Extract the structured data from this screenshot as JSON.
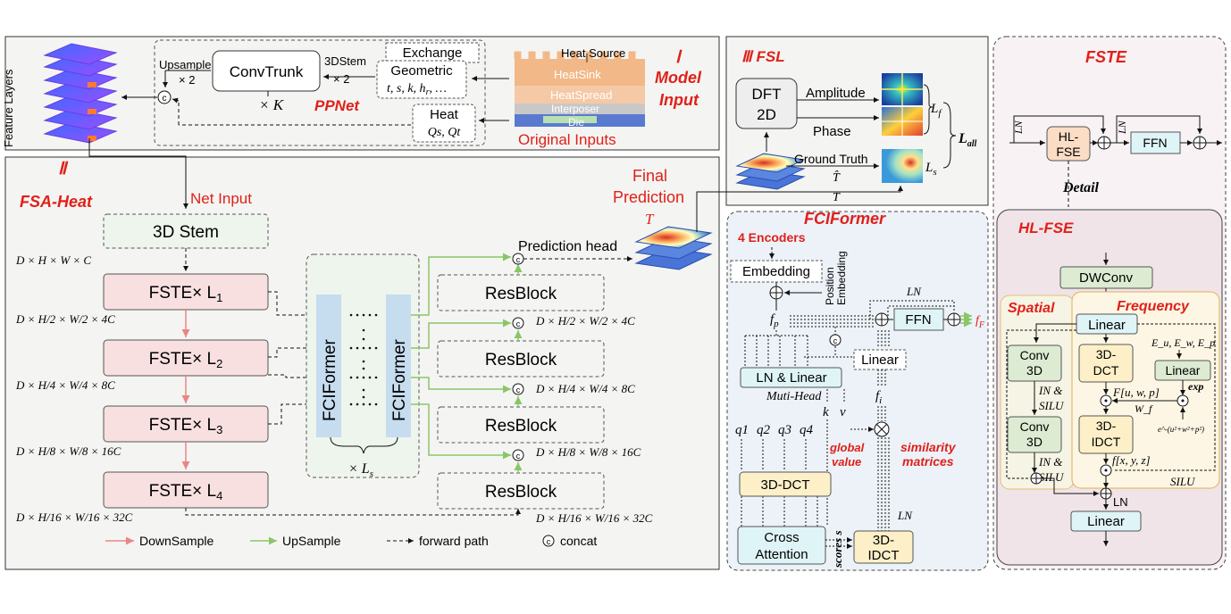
{
  "panel1": {
    "roman": "Ⅰ",
    "title_line1": "Model",
    "title_line2": "Input",
    "feature_layers": "Feature Layers",
    "upsample": "Upsample",
    "upsample_x2": "× 2",
    "convtrunk": "ConvTrunk",
    "stem3d": "3DStem",
    "stem3d_x2": "× 2",
    "times_k": "× K",
    "ppnet": "PPNet",
    "exchange": "Exchange",
    "geometric": "Geometric",
    "geometric_params": "t, s, k, h",
    "geometric_sub": "r",
    "geometric_tail": ", …",
    "heat": "Heat",
    "heat_params": "Qs, Qt",
    "heat_source": "Heat Source",
    "heatsink": "HeatSink",
    "heatspread": "HeatSpread",
    "interposer": "Interposer",
    "die": "Die",
    "original_inputs": "Original Inputs",
    "concat": "c"
  },
  "panel2": {
    "roman": "Ⅱ",
    "title": "FSA-Heat",
    "net_input": "Net Input",
    "stem": "3D Stem",
    "dims": [
      "D × H × W × C",
      "D × H/2 × W/2 × 4C",
      "D × H/4 × W/4 × 8C",
      "D × H/8 × W/8 × 16C",
      "D × H/16 × W/16 × 32C"
    ],
    "fste": [
      {
        "label": "FSTE× L",
        "sub": "1"
      },
      {
        "label": "FSTE× L",
        "sub": "2"
      },
      {
        "label": "FSTE× L",
        "sub": "3"
      },
      {
        "label": "FSTE× L",
        "sub": "4"
      }
    ],
    "fciformer": "FCIFormer",
    "times_ls": "× L",
    "times_ls_sub": "s",
    "resblock": "ResBlock",
    "right_dims": [
      "D × H/2 × W/2 × 4C",
      "D × H/4 × W/4 × 8C",
      "D × H/8 × W/8 × 16C",
      "D × H/16 × W/16 × 32C"
    ],
    "prediction_head": "Prediction head",
    "final_line1": "Final",
    "final_line2": "Prediction",
    "final_t": "T",
    "legend": {
      "downsample": "DownSample",
      "upsample": "UpSample",
      "forward": "forward path",
      "concat": "concat",
      "concat_symbol": "c"
    }
  },
  "panel3": {
    "roman": "Ⅲ",
    "title": "FSL",
    "dft_line1": "DFT",
    "dft_line2": "2D",
    "amplitude": "Amplitude",
    "phase": "Phase",
    "ground_truth": "Ground Truth",
    "t_hat": "T̂",
    "t": "T",
    "lf": "L",
    "lf_sub": "f",
    "ls": "L",
    "ls_sub": "s",
    "lall": "L",
    "lall_sub": "all"
  },
  "fciformer": {
    "title": "FCIFormer",
    "encoders": "4 Encoders",
    "embedding": "Embedding",
    "position_embedding_1": "Position",
    "position_embedding_2": "Embedding",
    "fp": "f",
    "fp_sub": "p",
    "ln": "LN",
    "ffn": "FFN",
    "ff": "f",
    "ff_sub": "F",
    "ln_linear": "LN & Linear",
    "muti_head": "Muti-Head",
    "linear": "Linear",
    "fi": "f",
    "fi_sub": "i",
    "q_labels": [
      "q1",
      "q2",
      "q3",
      "q4"
    ],
    "k": "k",
    "v": "v",
    "global_1": "global",
    "global_2": "value",
    "similarity_1": "similarity",
    "similarity_2": "matrices",
    "dct": "3D-DCT",
    "cross_1": "Cross",
    "cross_2": "Attention",
    "scores": "scores s",
    "idct_1": "3D-",
    "idct_2": "IDCT",
    "ln2": "LN",
    "concat": "c"
  },
  "fste": {
    "title": "FSTE",
    "ln": "LN",
    "hlfse_1": "HL-",
    "hlfse_2": "FSE",
    "ln2": "LN",
    "ffn": "FFN",
    "detail": "Detail",
    "hlfse_title": "HL-FSE",
    "dwconv": "DWConv",
    "spatial": "Spatial",
    "frequency": "Frequency",
    "linear": "Linear",
    "conv3d_1": "Conv",
    "conv3d_2": "3D",
    "in_silu_1": "IN &",
    "in_silu_2": "SILU",
    "dct_1": "3D-",
    "dct_2": "DCT",
    "idct_1": "3D-",
    "idct_2": "IDCT",
    "e_params": "E_u, E_w, E_p",
    "linear2": "Linear",
    "exp": "exp",
    "fuwp": "F[u, w, p]",
    "wf": "W_f",
    "gauss": "e^-(u²+w²+p²)",
    "fxyz": "f[x, y, z]",
    "silu": "SILU",
    "ln3": "LN",
    "linear3": "Linear"
  },
  "colors": {
    "red": "#e0201a",
    "fste_fill": "#f8e0e0",
    "green_fill": "#eef5ec",
    "blue_fill": "#c6dcef",
    "cyan_fill": "#dff4f6",
    "yellow_fill": "#fdf0c8",
    "peach_fill": "#fbdcc4",
    "dwconv_fill": "#dcebd2",
    "up_green": "#8ac667",
    "down_red": "#ea8585"
  }
}
